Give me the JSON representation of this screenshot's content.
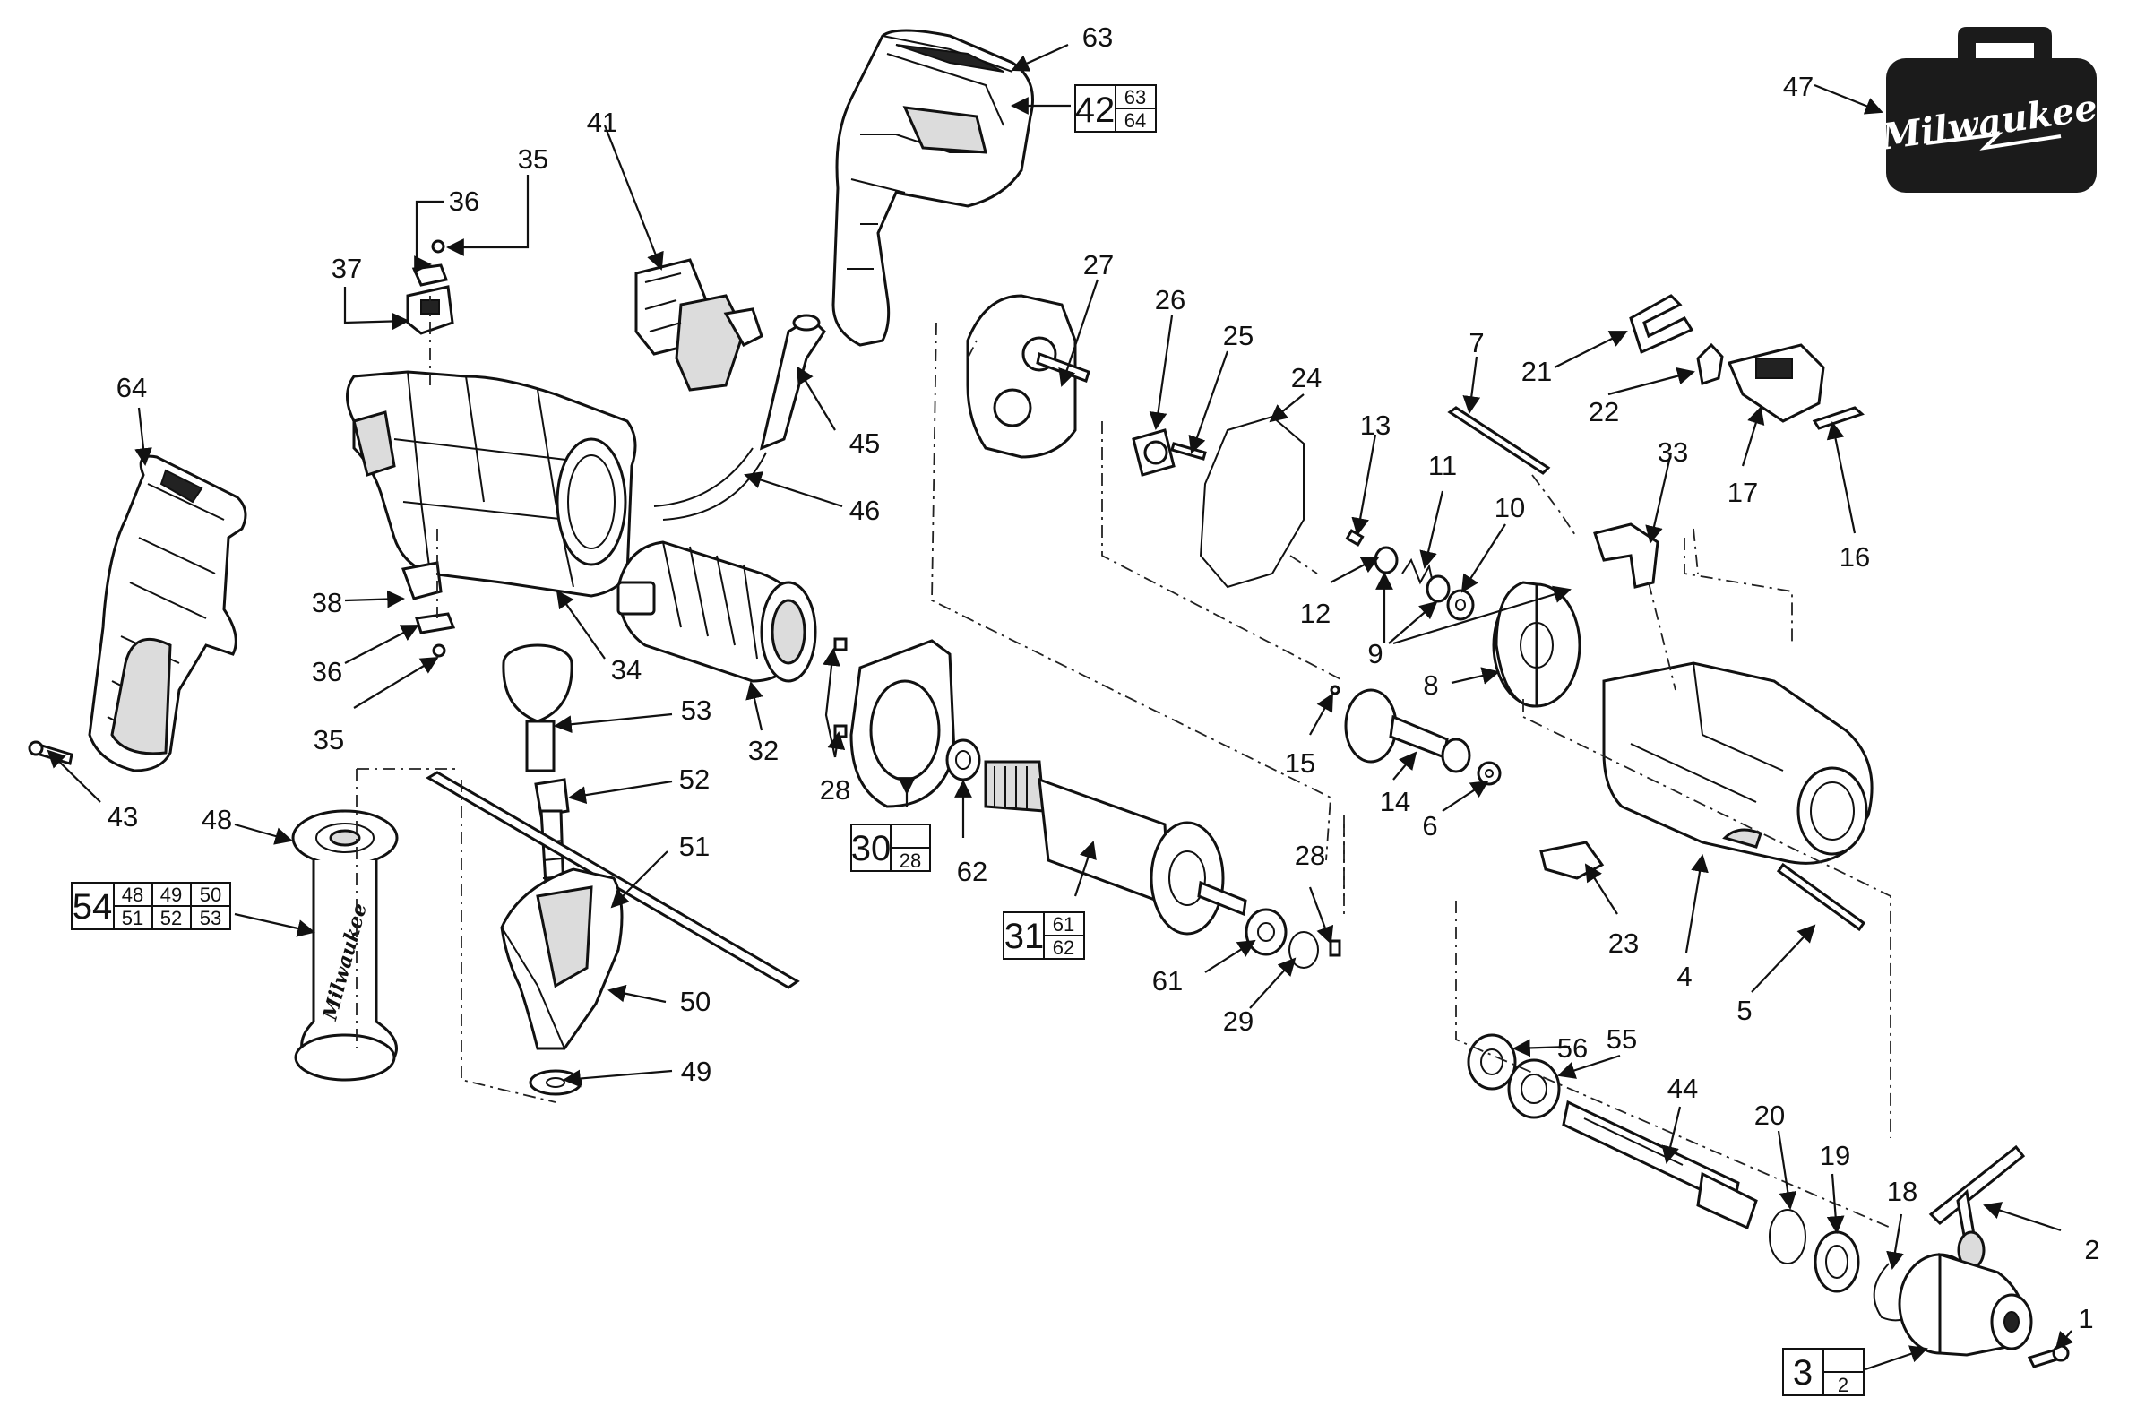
{
  "brand": {
    "logo_text": "Milwaukee",
    "case_fill": "#1b1b1b",
    "logo_color": "#ffffff"
  },
  "labels": [
    "1",
    "2",
    "4",
    "5",
    "6",
    "7",
    "8",
    "9",
    "10",
    "11",
    "12",
    "13",
    "14",
    "15",
    "16",
    "17",
    "18",
    "19",
    "20",
    "21",
    "22",
    "23",
    "24",
    "25",
    "26",
    "27",
    "28",
    "28",
    "29",
    "32",
    "33",
    "34",
    "35",
    "35",
    "36",
    "36",
    "37",
    "38",
    "41",
    "43",
    "44",
    "45",
    "46",
    "47",
    "48",
    "49",
    "50",
    "51",
    "52",
    "53",
    "55",
    "56",
    "61",
    "62",
    "63",
    "64"
  ],
  "kits": [
    {
      "main": "42",
      "parts": [
        "63",
        "64"
      ]
    },
    {
      "main": "54",
      "parts": [
        "48",
        "49",
        "50",
        "51",
        "52",
        "53"
      ]
    },
    {
      "main": "30",
      "parts": [
        "28"
      ]
    },
    {
      "main": "31",
      "parts": [
        "61",
        "62"
      ]
    },
    {
      "main": "3",
      "parts": [
        "2"
      ]
    }
  ],
  "handle_logo": "Milwaukee"
}
